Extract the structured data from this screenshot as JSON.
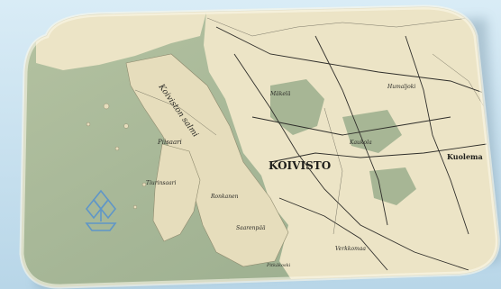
{
  "photo": {
    "subject": "map printed serving tray",
    "colors": {
      "background": "#c6dfee",
      "tray_rim": "#ece6cf",
      "land": "#ece4c6",
      "sea": "#a9b898",
      "roads": "#2f2e2a",
      "logo": "#5f96c8"
    },
    "icons": [
      "tray-logo-icon"
    ]
  },
  "map": {
    "labels": {
      "main_town": "KOIVISTO",
      "sound": "Koiviston salmi",
      "islands": [
        "Piisaari",
        "Tiurinsaari",
        "Saarenpää",
        "Kuolema"
      ],
      "villages": [
        "Ronkanen",
        "Mäkelä",
        "Humaljoki",
        "Verkkomaa",
        "Kaukola",
        "Pitkäkoski"
      ]
    }
  }
}
